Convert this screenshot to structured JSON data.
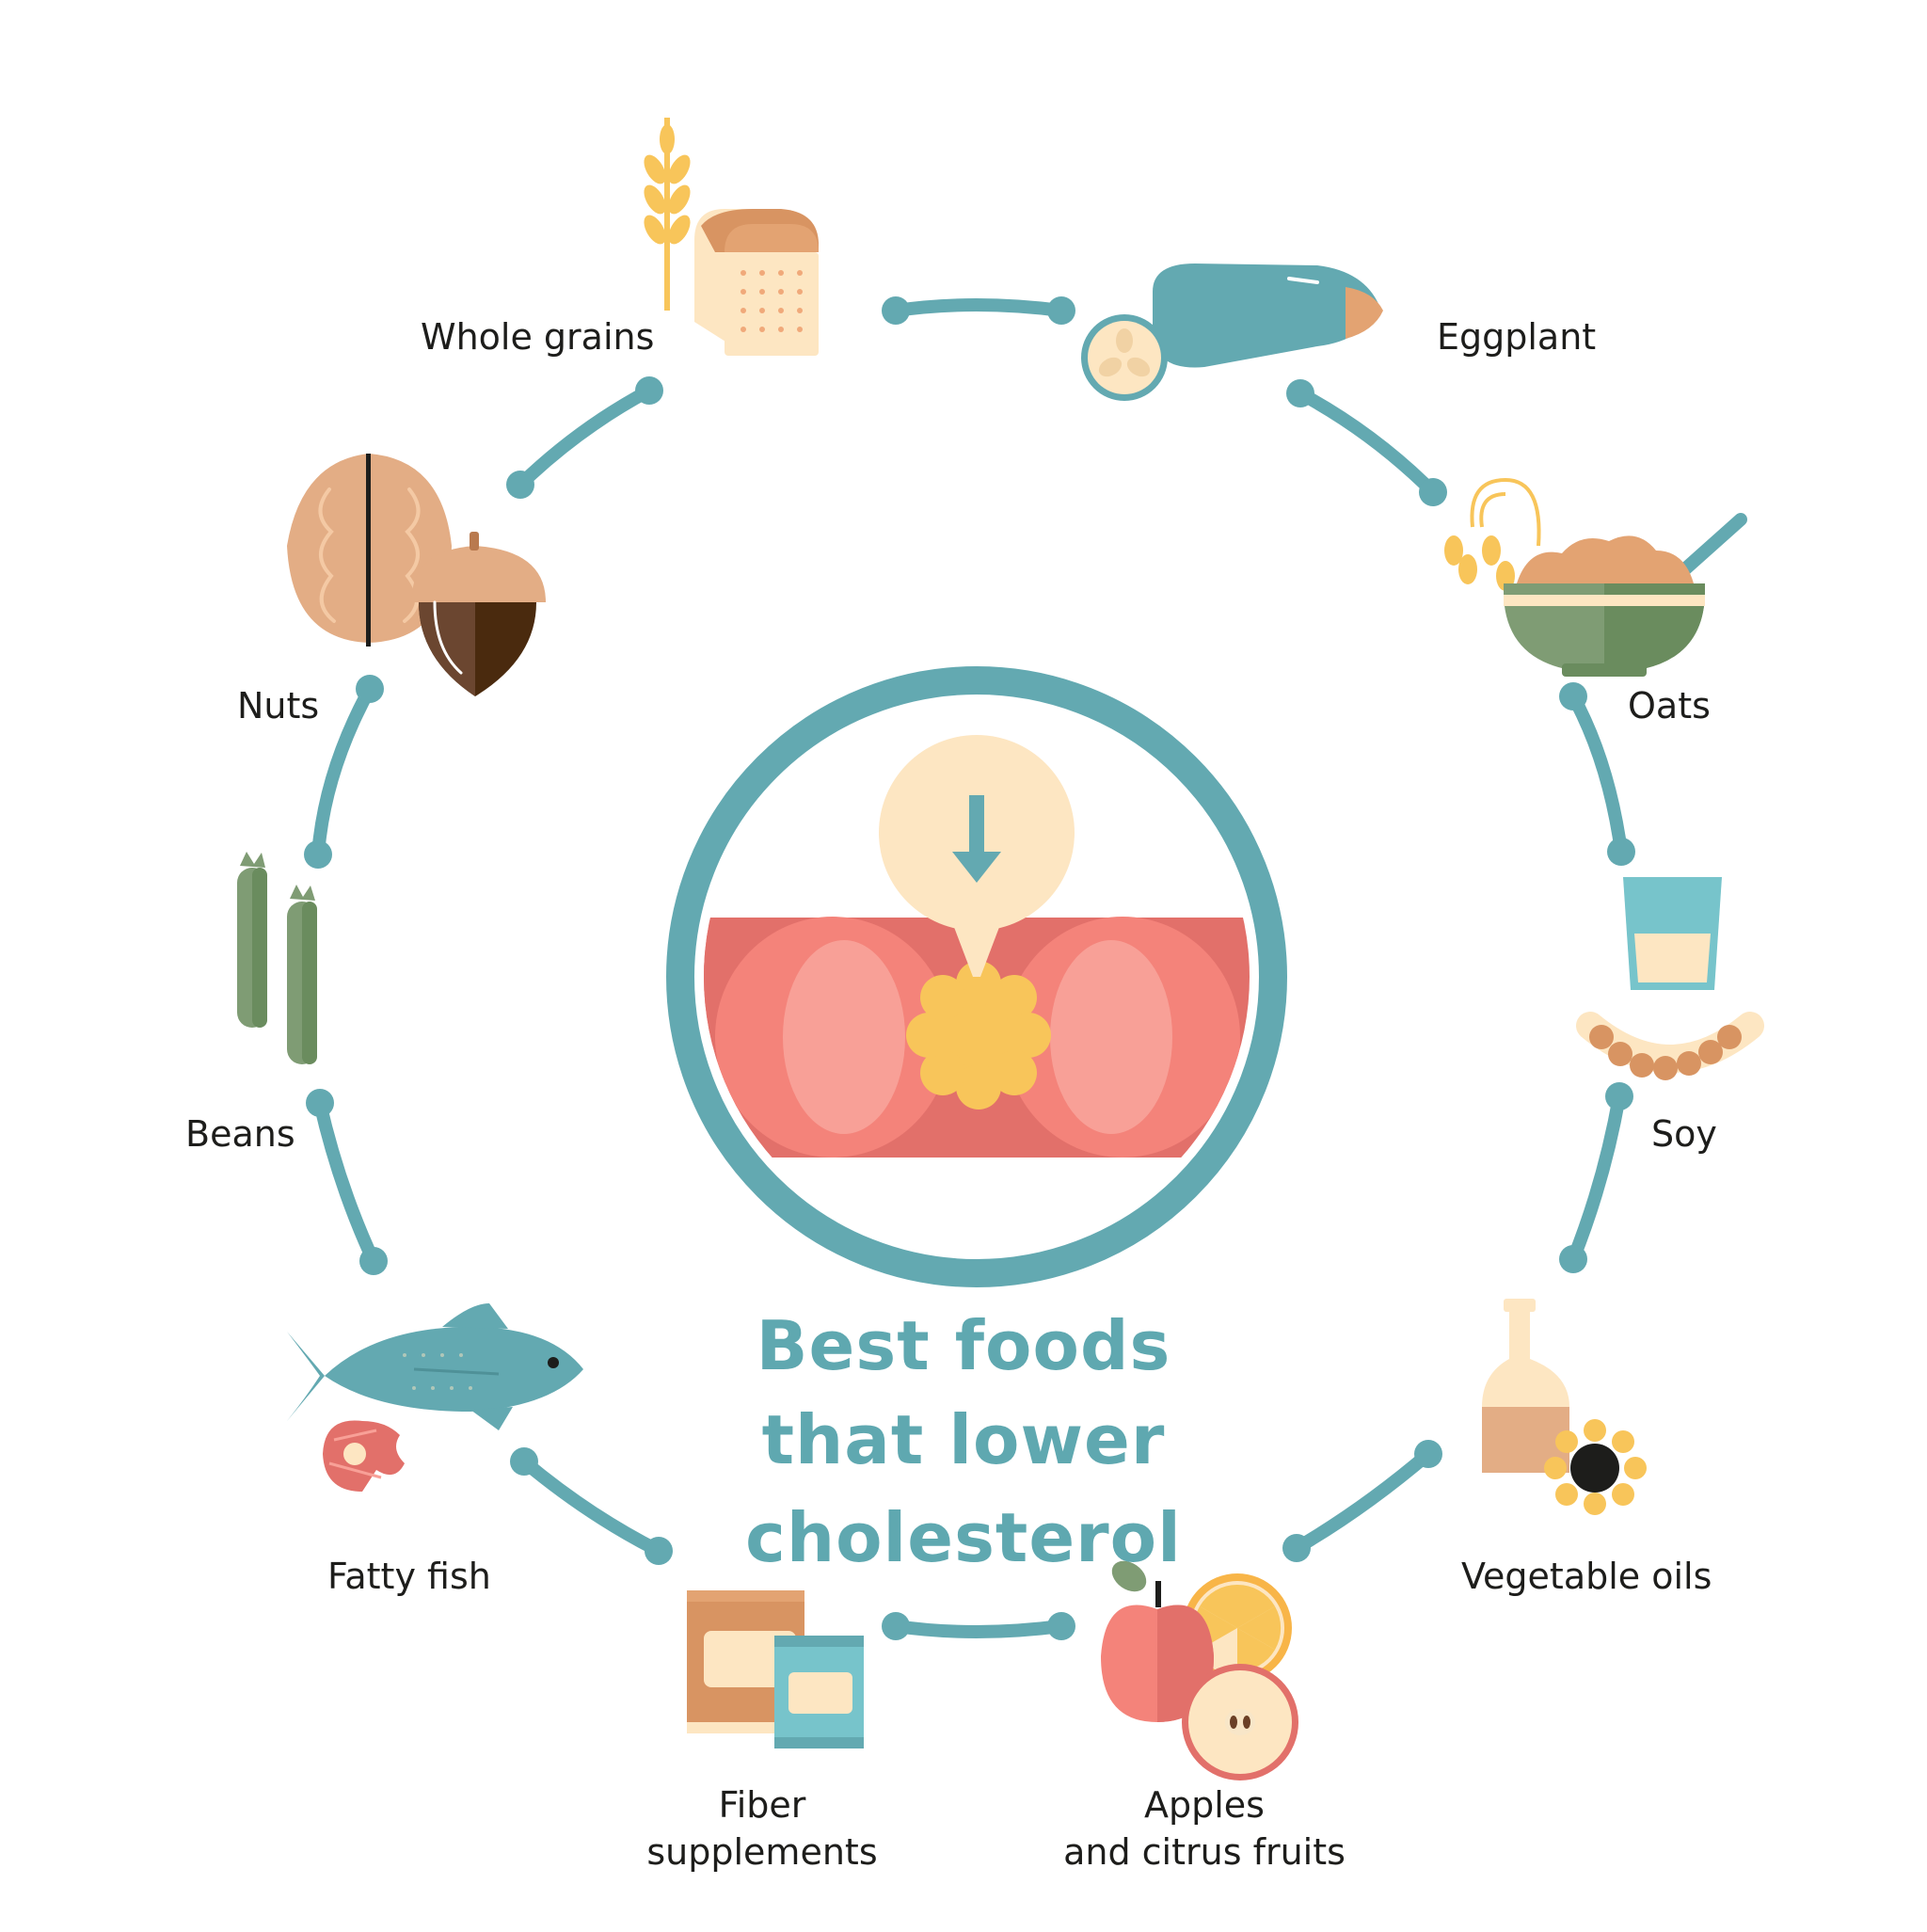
{
  "title": {
    "line1": "Best foods",
    "line2": "that lower cholesterol"
  },
  "items": [
    {
      "label": "Whole grains",
      "icon": "wheat-bread-icon"
    },
    {
      "label": "Eggplant",
      "icon": "eggplant-icon"
    },
    {
      "label": "Oats",
      "icon": "oatmeal-bowl-icon"
    },
    {
      "label": "Soy",
      "icon": "soy-milk-icon"
    },
    {
      "label": "Vegetable oils",
      "icon": "oil-bottle-sunflower-icon"
    },
    {
      "label_line1": "Apples",
      "label_line2": "and citrus fruits",
      "icon": "apple-orange-icon"
    },
    {
      "label_line1": "Fiber",
      "label_line2": "supplements",
      "icon": "supplement-jars-icon"
    },
    {
      "label": "Fatty fish",
      "icon": "fish-icon"
    },
    {
      "label": "Beans",
      "icon": "green-beans-icon"
    },
    {
      "label": "Nuts",
      "icon": "walnut-acorn-icon"
    }
  ],
  "colors": {
    "teal": "#63a9b1",
    "artery_outer": "#e2706a",
    "artery_mid": "#f4837a",
    "artery_inner": "#f8a097",
    "plaque": "#f8c55a",
    "bubble": "#fde6c2",
    "text": "#1d1d1b"
  }
}
